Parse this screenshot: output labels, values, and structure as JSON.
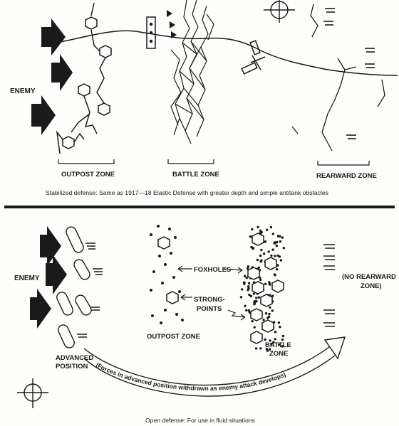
{
  "top": {
    "enemy_label": "ENEMY",
    "outpost_zone_label": "OUTPOST ZONE",
    "battle_zone_label": "BATTLE ZONE",
    "rearward_zone_label": "REARWARD ZONE",
    "caption": "Stabilized defense: Same as 1917—18 Elastic Defense with greater depth and simple antitank obstacles"
  },
  "bottom": {
    "enemy_label": "ENEMY",
    "foxholes_label": "FOXHOLES",
    "strongpoints_label_line1": "STRONG-",
    "strongpoints_label_line2": "POINTS",
    "outpost_zone_label": "OUTPOST ZONE",
    "battle_zone_line1": "BATTLE",
    "battle_zone_line2": "ZONE",
    "no_rearward_line1": "(NO REARWARD",
    "no_rearward_line2": "ZONE)",
    "advanced_position_line1": "ADVANCED",
    "advanced_position_line2": "POSITION",
    "withdraw_note": "(Forces in advanced position withdrawn as enemy attack develops)",
    "caption": "Open defense: For use in fluid situations"
  },
  "colors": {
    "ink": "#1a1a1a",
    "paper": "#fdfdfb"
  }
}
